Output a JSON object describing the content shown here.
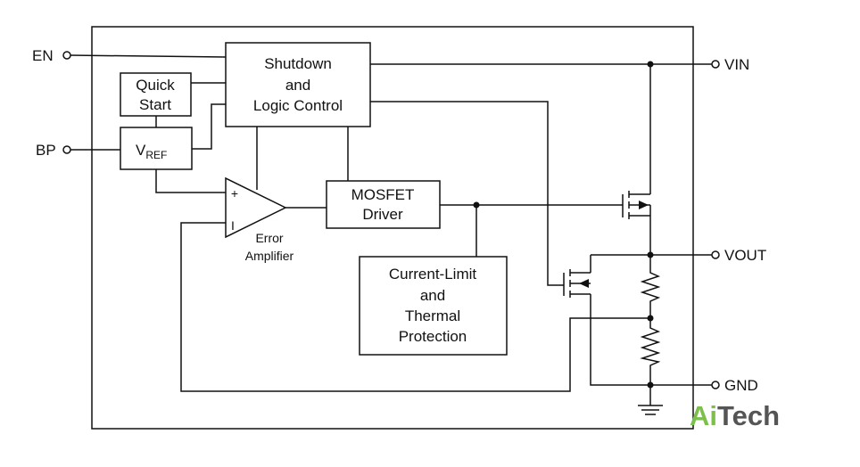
{
  "pins": {
    "en": "EN",
    "bp": "BP",
    "vin": "VIN",
    "vout": "VOUT",
    "gnd": "GND"
  },
  "blocks": {
    "shutdown": [
      "Shutdown",
      "and",
      "Logic Control"
    ],
    "quick_start": [
      "Quick",
      "Start"
    ],
    "vref": {
      "main": "V",
      "sub": "REF"
    },
    "mosfet_driver": [
      "MOSFET",
      "Driver"
    ],
    "current_limit": [
      "Current-Limit",
      "and",
      "Thermal",
      "Protection"
    ],
    "error_amp": {
      "plus": "+",
      "minus": "I",
      "label": [
        "Error",
        "Amplifier"
      ]
    }
  },
  "watermark": {
    "part1": "Ai",
    "part2": "Tech",
    "color1": "#7cc04b",
    "color2": "#555555"
  }
}
